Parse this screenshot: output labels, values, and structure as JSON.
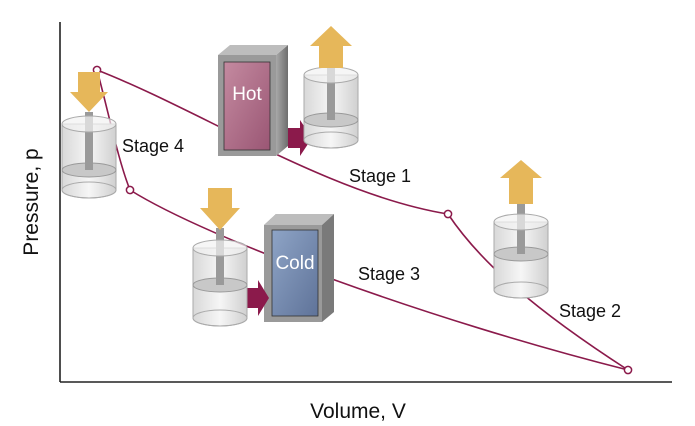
{
  "axes": {
    "x_label": "Volume, V",
    "y_label": "Pressure, p"
  },
  "stages": {
    "stage1": "Stage 1",
    "stage2": "Stage 2",
    "stage3": "Stage 3",
    "stage4": "Stage 4"
  },
  "reservoirs": {
    "hot_label": "Hot",
    "cold_label": "Cold"
  },
  "colors": {
    "cycle_curve": "#8b1a4b",
    "hot_face": "#a86a83",
    "cold_face": "#6f84a8",
    "reservoir_side": "#8c8c8c",
    "heat_arrow": "#8b1a4b",
    "piston_arrow": "#e6b75a"
  },
  "icons": {
    "piston_arrow_up": "arrow-up-icon",
    "piston_arrow_down": "arrow-down-icon",
    "heat_flow": "arrow-right-icon"
  }
}
